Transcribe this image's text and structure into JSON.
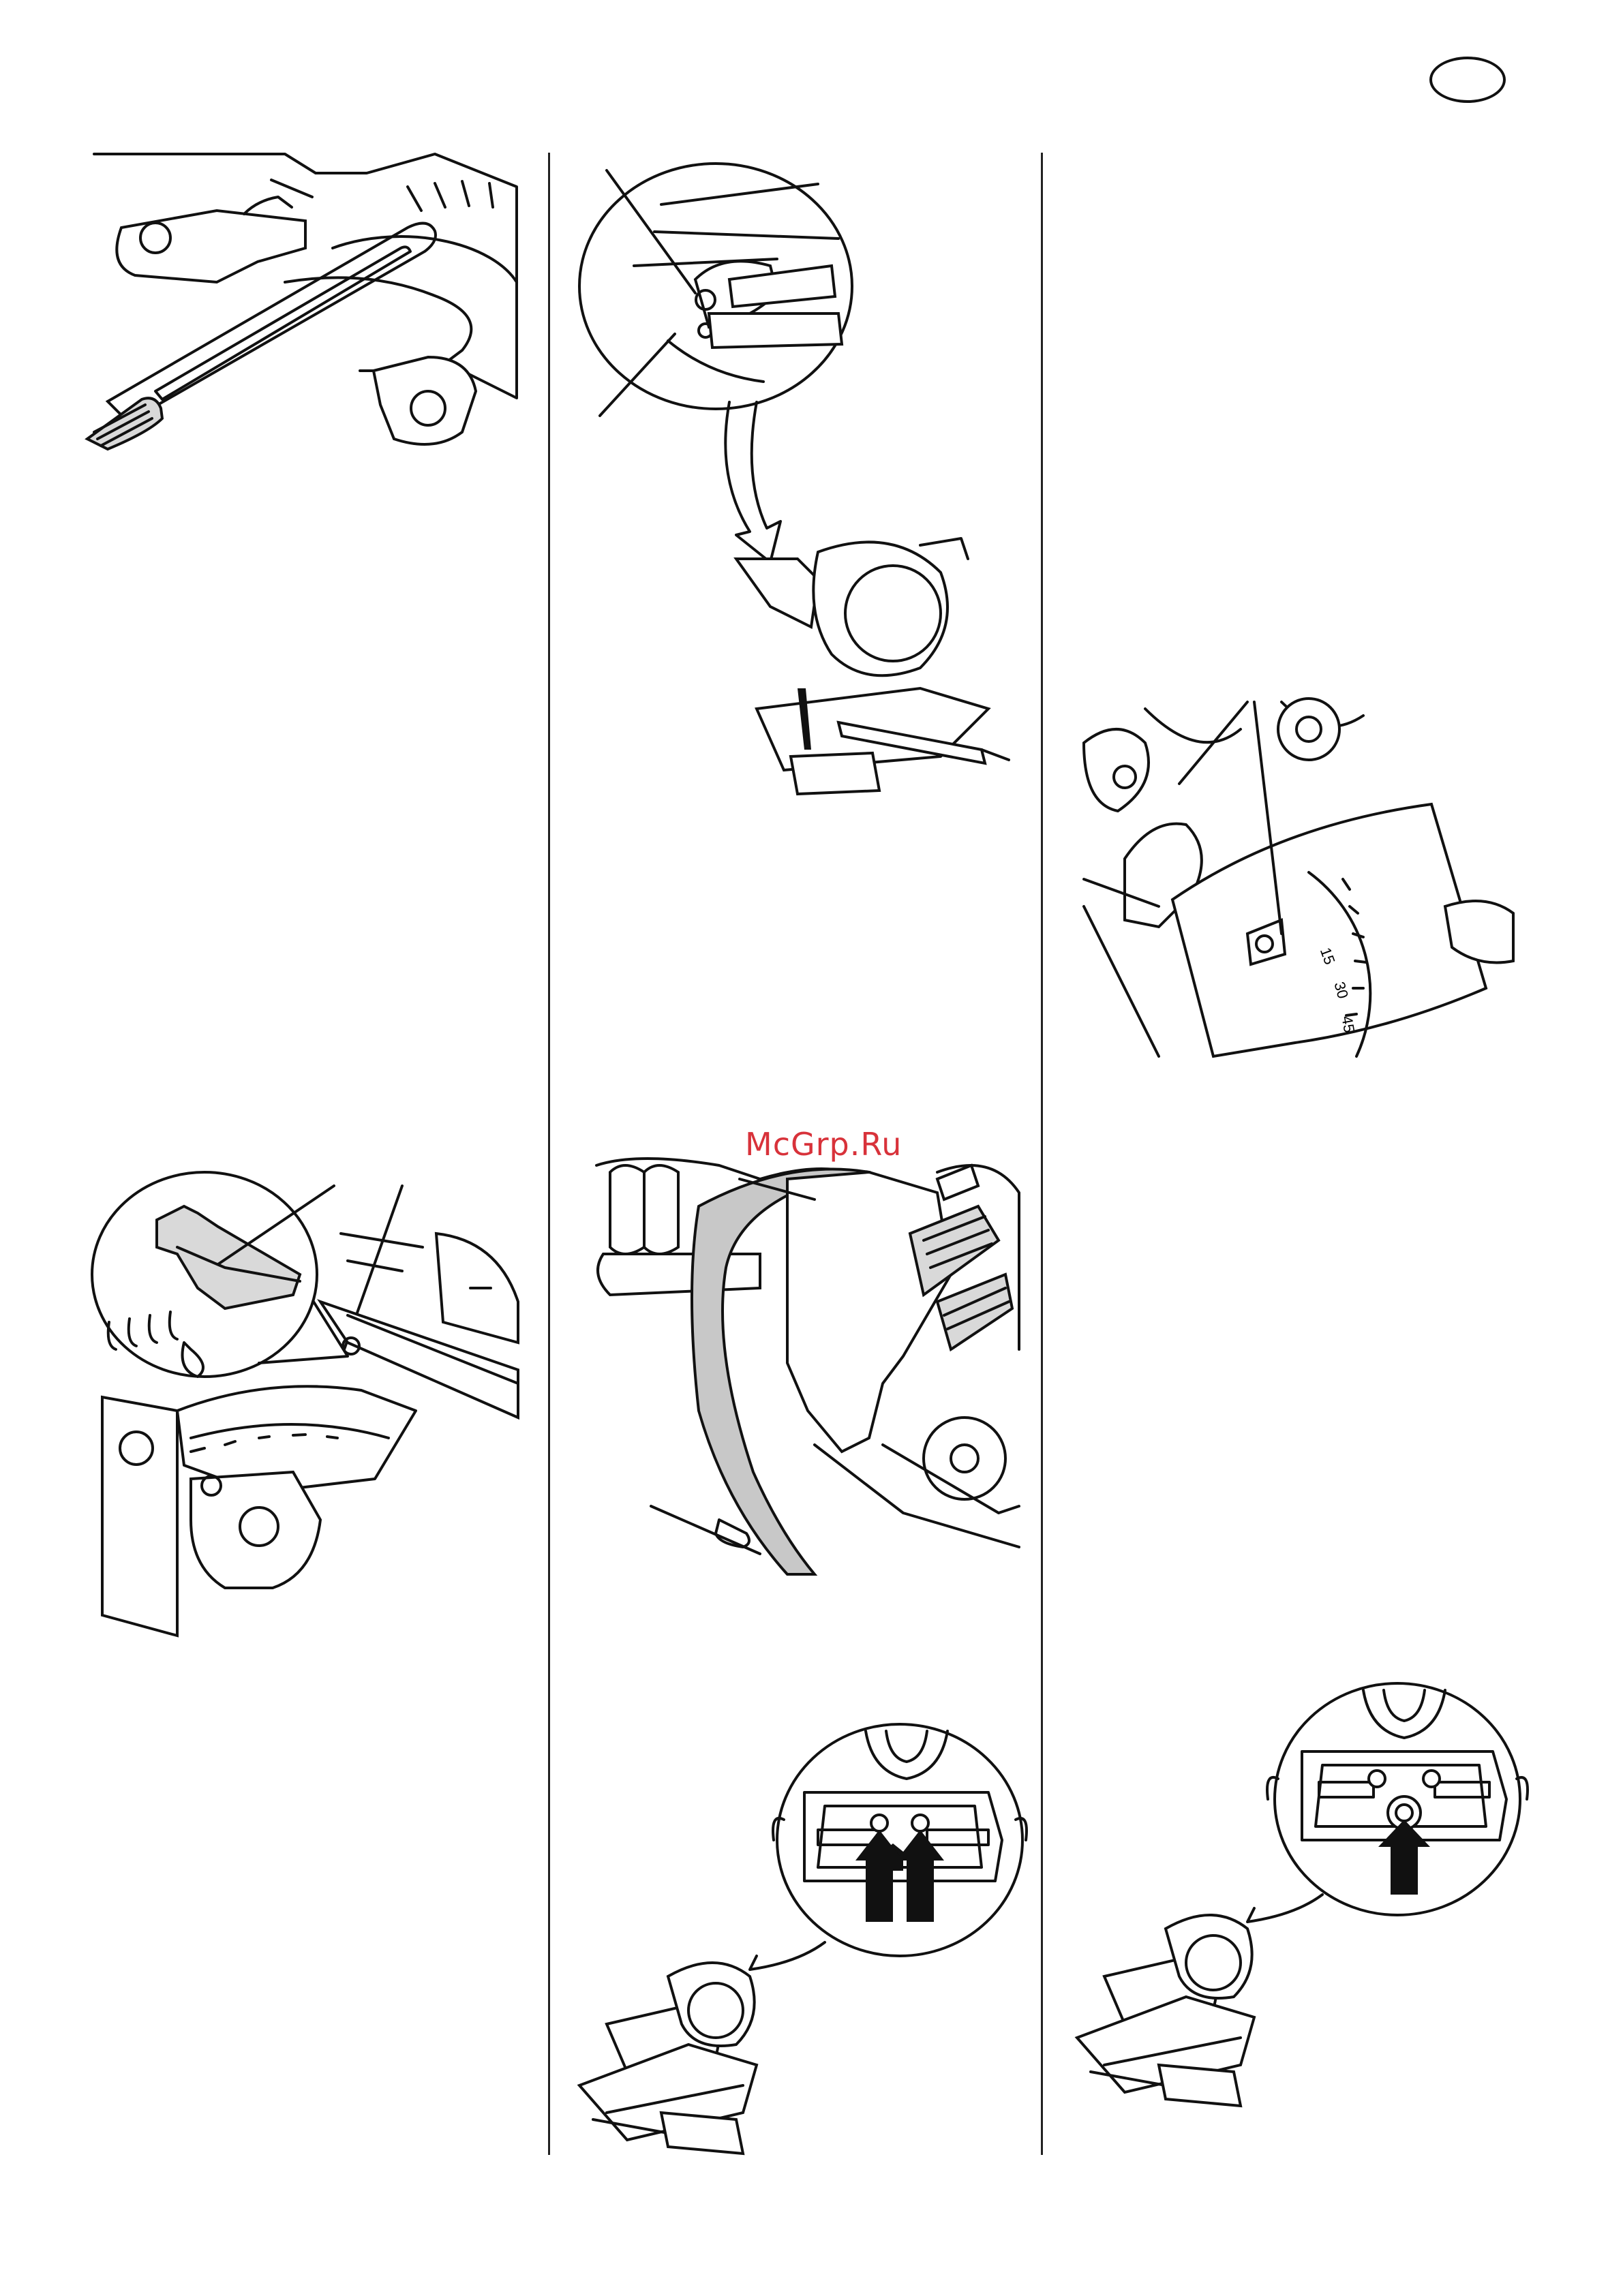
{
  "watermark": {
    "text": "McGrp.Ru",
    "color": "#d8323a"
  },
  "scale_numbers": {
    "a": "15",
    "b": "30",
    "c": "45"
  }
}
